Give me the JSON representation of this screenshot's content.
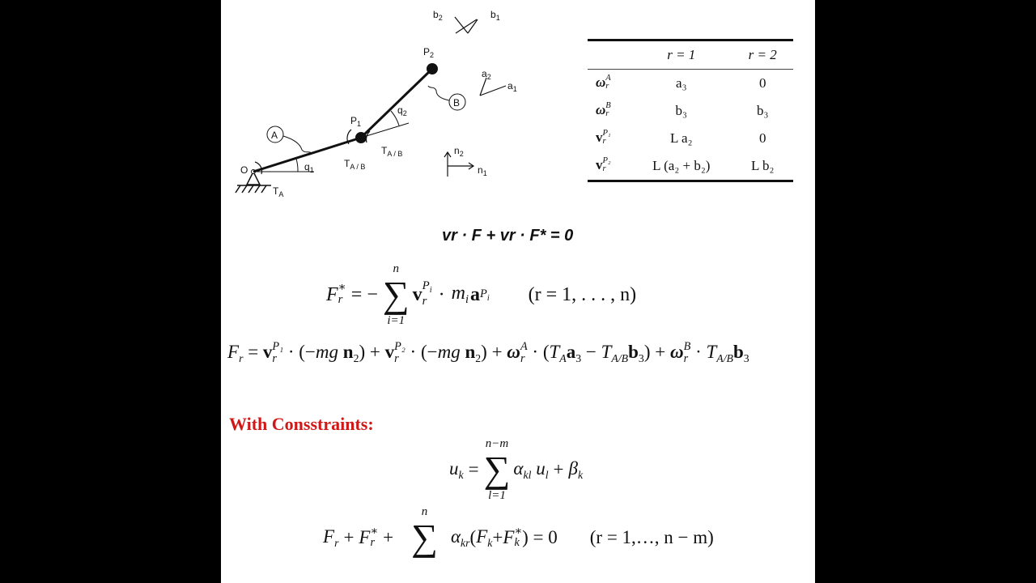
{
  "diagram": {
    "labels": {
      "b2": "b",
      "b2_sub": "2",
      "b1": "b",
      "b1_sub": "1",
      "P2": "P",
      "P2_sub": "2",
      "a2": "a",
      "a2_sub": "2",
      "a1": "a",
      "a1_sub": "1",
      "B": "B",
      "q2": "q",
      "q2_sub": "2",
      "A": "A",
      "P1": "P",
      "P1_sub": "1",
      "TAB1": "T",
      "TAB1_sub": "A / B",
      "TAB2": "T",
      "TAB2_sub": "A / B",
      "n2": "n",
      "n2_sub": "2",
      "n1": "n",
      "n1_sub": "1",
      "O": "O",
      "q1": "q",
      "q1_sub": "1",
      "TA": "T",
      "TA_sub": "A"
    }
  },
  "table": {
    "headers": [
      "r = 1",
      "r = 2"
    ],
    "rows": [
      {
        "label": "ω",
        "label_sup": "A",
        "label_sub": "r",
        "v1": "a₃",
        "v2": "0"
      },
      {
        "label": "ω",
        "label_sup": "B",
        "label_sub": "r",
        "v1": "b₃",
        "v2": "b₃"
      },
      {
        "label": "v",
        "label_sup": "P₁",
        "label_sub": "r",
        "v1": "L a₂",
        "v2": "0"
      },
      {
        "label": "v",
        "label_sup": "P₂",
        "label_sub": "r",
        "v1": "L (a₂ + b₂)",
        "v2": "L b₂"
      }
    ]
  },
  "equations": {
    "eq1": "vr · F + vr · F* = 0",
    "eq2_lhs": "F",
    "eq2_range": "(r = 1, . . . , n)",
    "eq3": "Fr = vr^P1 · (−mg n2) + vr^P2 · (−mg n2) + ωr^A · (TA a3 − TA/B b3) + ωr^B · TA/B b3",
    "constraints_title": "With Consstraints:",
    "eq4": "uk = Σ αkl ul + βk",
    "eq5_range": "(r = 1,…, n − m)"
  }
}
